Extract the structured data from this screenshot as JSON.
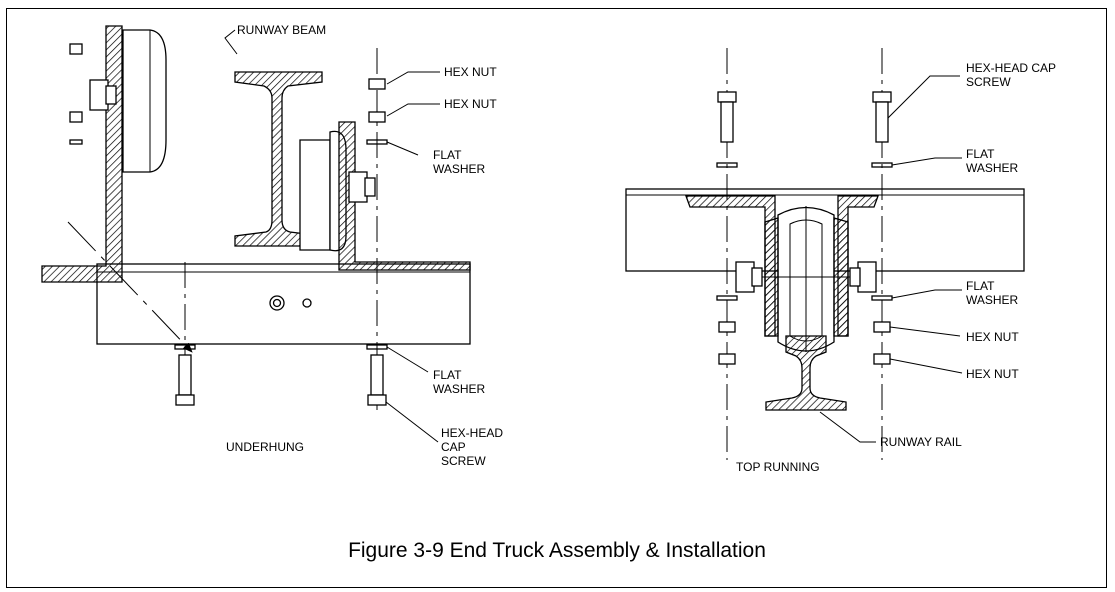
{
  "labels": {
    "runway_beam": "RUNWAY  BEAM",
    "hex_nut": "HEX NUT",
    "flat": "FLAT",
    "washer": "WASHER",
    "hex": "HEX-HEAD",
    "cap": "CAP",
    "screw": "SCREW",
    "hex_head_cap": "HEX-HEAD CAP",
    "runway_rail": "RUNWAY RAIL",
    "underhung": "UNDERHUNG",
    "top_running": "TOP RUNNING"
  },
  "caption": "Figure 3-9   End Truck Assembly & Installation"
}
